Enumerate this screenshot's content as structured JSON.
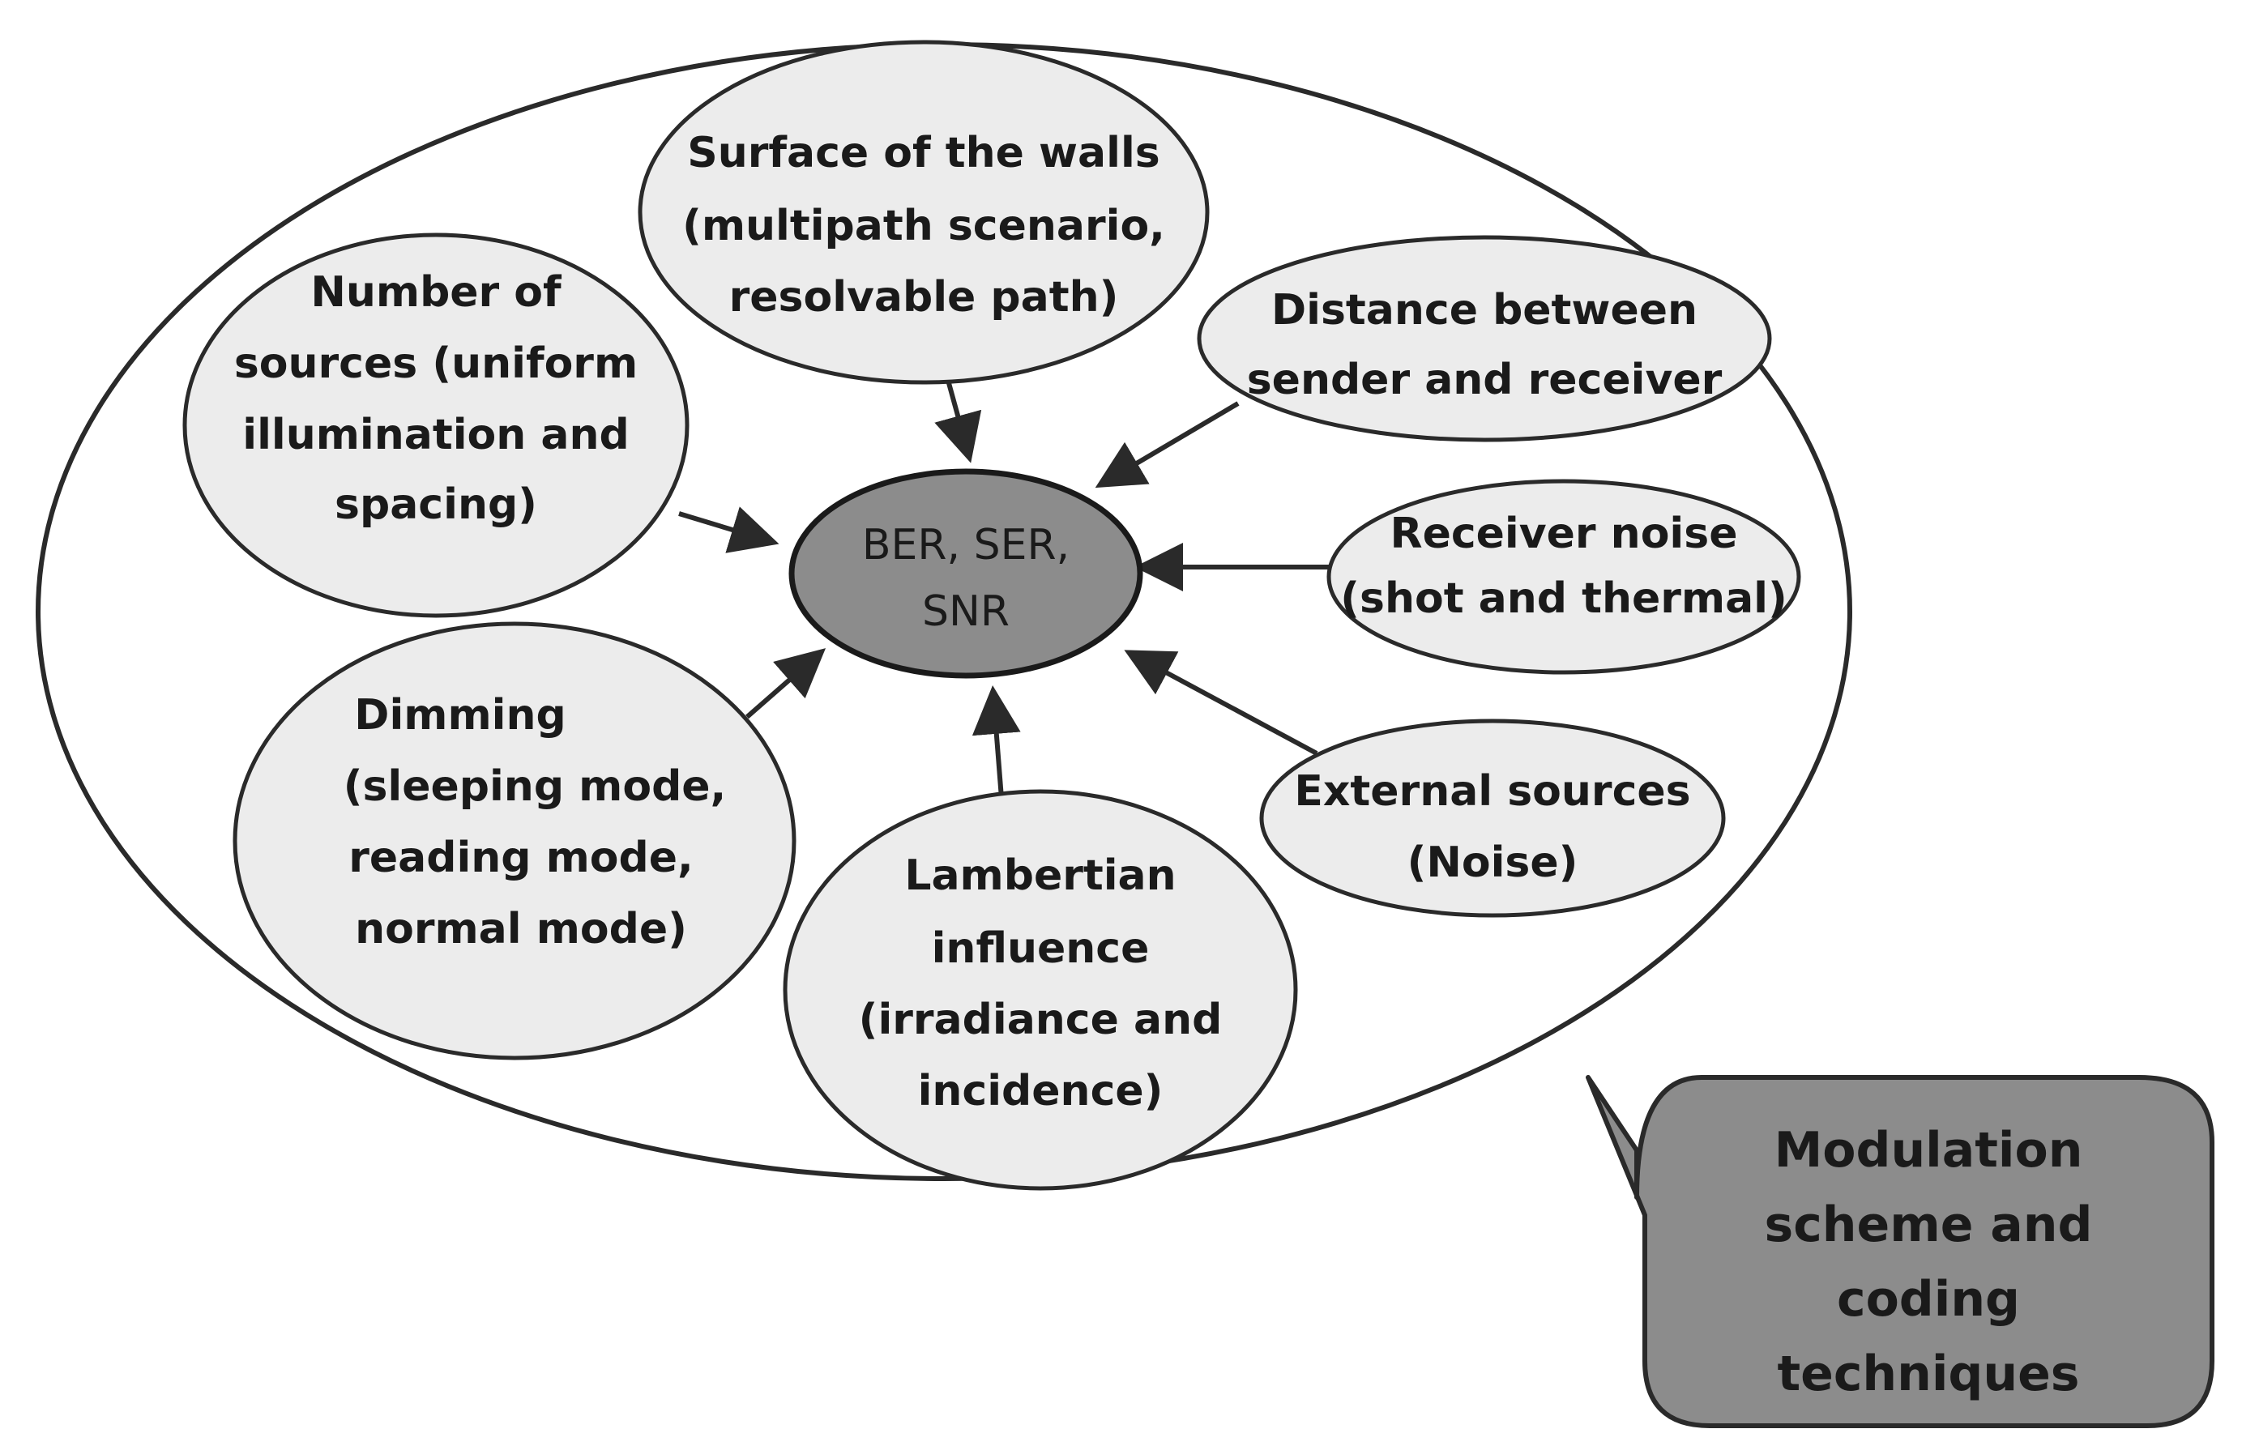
{
  "center": {
    "lines": [
      "BER, SER,",
      "SNR"
    ],
    "fill": "#8c8c8c"
  },
  "nodes": {
    "surface_walls": [
      "Surface of the walls",
      "(multipath scenario,",
      "resolvable path)"
    ],
    "number_sources": [
      "Number of",
      "sources (uniform",
      "illumination and",
      "spacing)"
    ],
    "distance": [
      "Distance between",
      "sender and receiver"
    ],
    "receiver_noise": [
      "Receiver noise",
      "(shot and thermal)"
    ],
    "external_sources": [
      "External sources",
      "(Noise)"
    ],
    "lambertian": [
      "Lambertian",
      "influence",
      "(irradiance and",
      "incidence)"
    ],
    "dimming": [
      "Dimming",
      "(sleeping mode,",
      "reading mode,",
      "normal mode)"
    ]
  },
  "callout": {
    "lines": [
      "Modulation",
      "scheme and",
      "coding",
      "techniques"
    ],
    "fill": "#8c8c8c"
  },
  "colors": {
    "bubble_fill": "#ececec",
    "outline": "#2a2a2a",
    "background": "#ffffff"
  }
}
